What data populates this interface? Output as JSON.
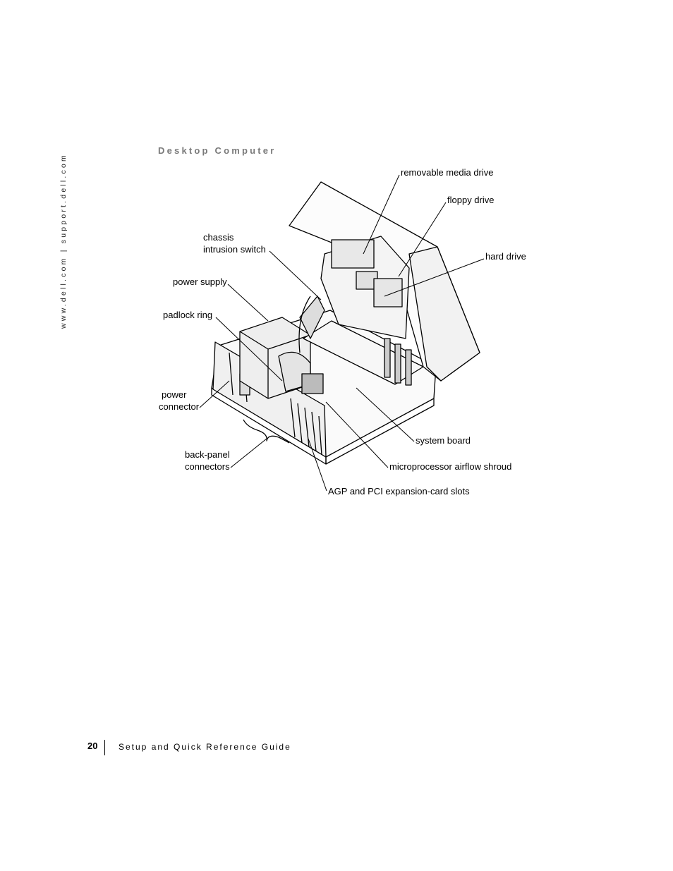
{
  "sidebar": {
    "url_text": "www.dell.com | support.dell.com"
  },
  "section": {
    "title": "Desktop Computer"
  },
  "figure": {
    "callouts": {
      "removable_media_drive": "removable media drive",
      "floppy_drive": "floppy drive",
      "hard_drive": "hard drive",
      "chassis_intrusion_switch_1": "chassis",
      "chassis_intrusion_switch_2": "intrusion switch",
      "power_supply": "power supply",
      "padlock_ring": "padlock ring",
      "power_connector_1": "power",
      "power_connector_2": "connector",
      "back_panel_connectors_1": "back-panel",
      "back_panel_connectors_2": "connectors",
      "system_board": "system board",
      "microprocessor_airflow_shroud": "microprocessor airflow shroud",
      "expansion_slots": "AGP and PCI expansion-card slots"
    }
  },
  "footer": {
    "page_number": "20",
    "guide_title": "Setup and Quick Reference Guide"
  }
}
